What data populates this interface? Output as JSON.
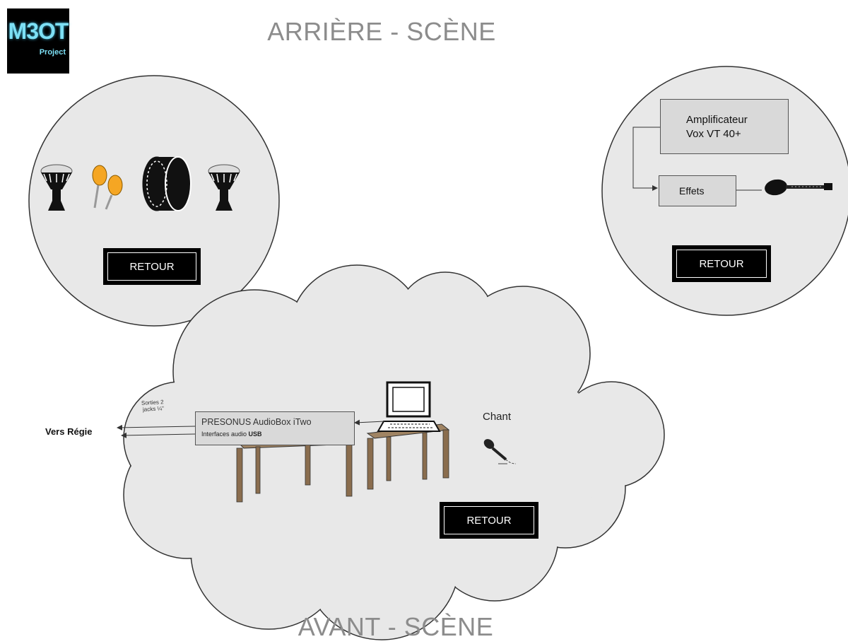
{
  "logo": {
    "main": "M3OT",
    "sub": "Project"
  },
  "titles": {
    "back": "ARRIÈRE - SCÈNE",
    "front": "AVANT - SCÈNE"
  },
  "percussion_zone": {
    "retour": "RETOUR"
  },
  "guitar_zone": {
    "amp_line1": "Amplificateur",
    "amp_line2": "Vox VT 40+",
    "effects": "Effets",
    "retour": "RETOUR"
  },
  "front_zone": {
    "interface_title": "PRESONUS AudioBox iTwo",
    "interface_sub_prefix": "Interfaces audio ",
    "interface_sub_bold": "USB",
    "outputs_line1": "Sorties 2",
    "outputs_line2": "jacks ¼\"",
    "to_desk": "Vers Régie",
    "vocals": "Chant",
    "retour": "RETOUR"
  },
  "colors": {
    "title_grey": "#8c8c8c",
    "box_grey": "#d9d9d9",
    "table_brown": "#a08463",
    "logo_cyan": "#7de0f5"
  },
  "icons": [
    "djembe-icon",
    "maracas-icon",
    "bass-drum-icon",
    "djembe-icon",
    "electric-guitar-icon",
    "laptop-icon",
    "microphone-icon",
    "table-icon"
  ]
}
